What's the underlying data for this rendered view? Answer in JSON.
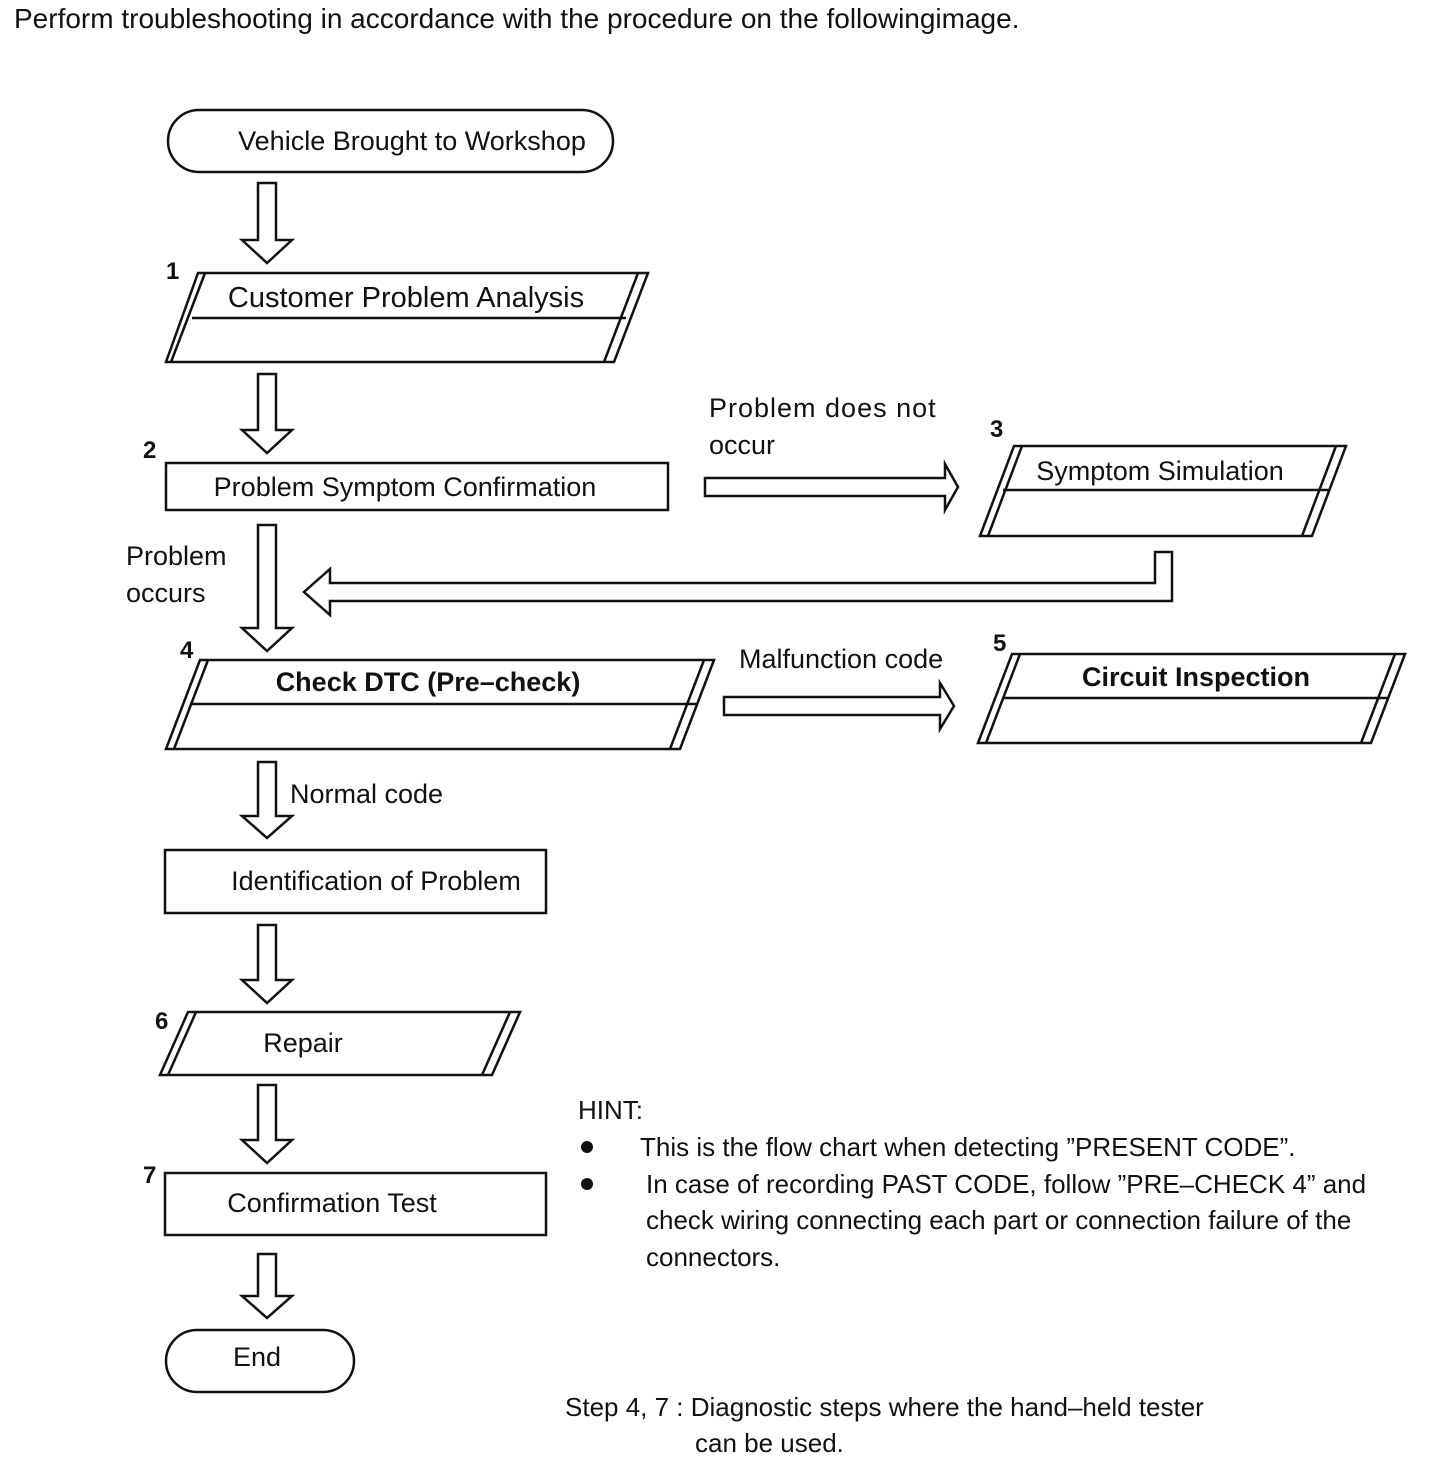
{
  "intro": "Perform troubleshooting in accordance with the procedure on the followingimage.",
  "nodes": {
    "start": "Vehicle Brought to Workshop",
    "step1": {
      "num": "1",
      "label": "Customer Problem Analysis"
    },
    "step2": {
      "num": "2",
      "label": "Problem Symptom Confirmation"
    },
    "step3": {
      "num": "3",
      "label": "Symptom Simulation"
    },
    "step4": {
      "num": "4",
      "label": "Check DTC (Pre–check)"
    },
    "step5": {
      "num": "5",
      "label": "Circuit Inspection"
    },
    "identify": "Identification of Problem",
    "step6": {
      "num": "6",
      "label": "Repair"
    },
    "step7": {
      "num": "7",
      "label": "Confirmation Test"
    },
    "end": "End"
  },
  "edges": {
    "not_occur_1": "Problem does not",
    "not_occur_2": "occur",
    "occurs_1": "Problem",
    "occurs_2": "occurs",
    "malfunction": "Malfunction code",
    "normal": "Normal code"
  },
  "hint": {
    "title": "HINT:",
    "bullet1": "This is the flow chart when detecting ”PRESENT CODE”.",
    "bullet2_line1": "In case of recording PAST CODE, follow ”PRE–CHECK 4” and",
    "bullet2_line2": "check wiring connecting each part or connection failure of the",
    "bullet2_line3": "connectors."
  },
  "note": {
    "line1": "Step 4, 7 : Diagnostic steps where the hand–held tester",
    "line2": "can be used."
  }
}
